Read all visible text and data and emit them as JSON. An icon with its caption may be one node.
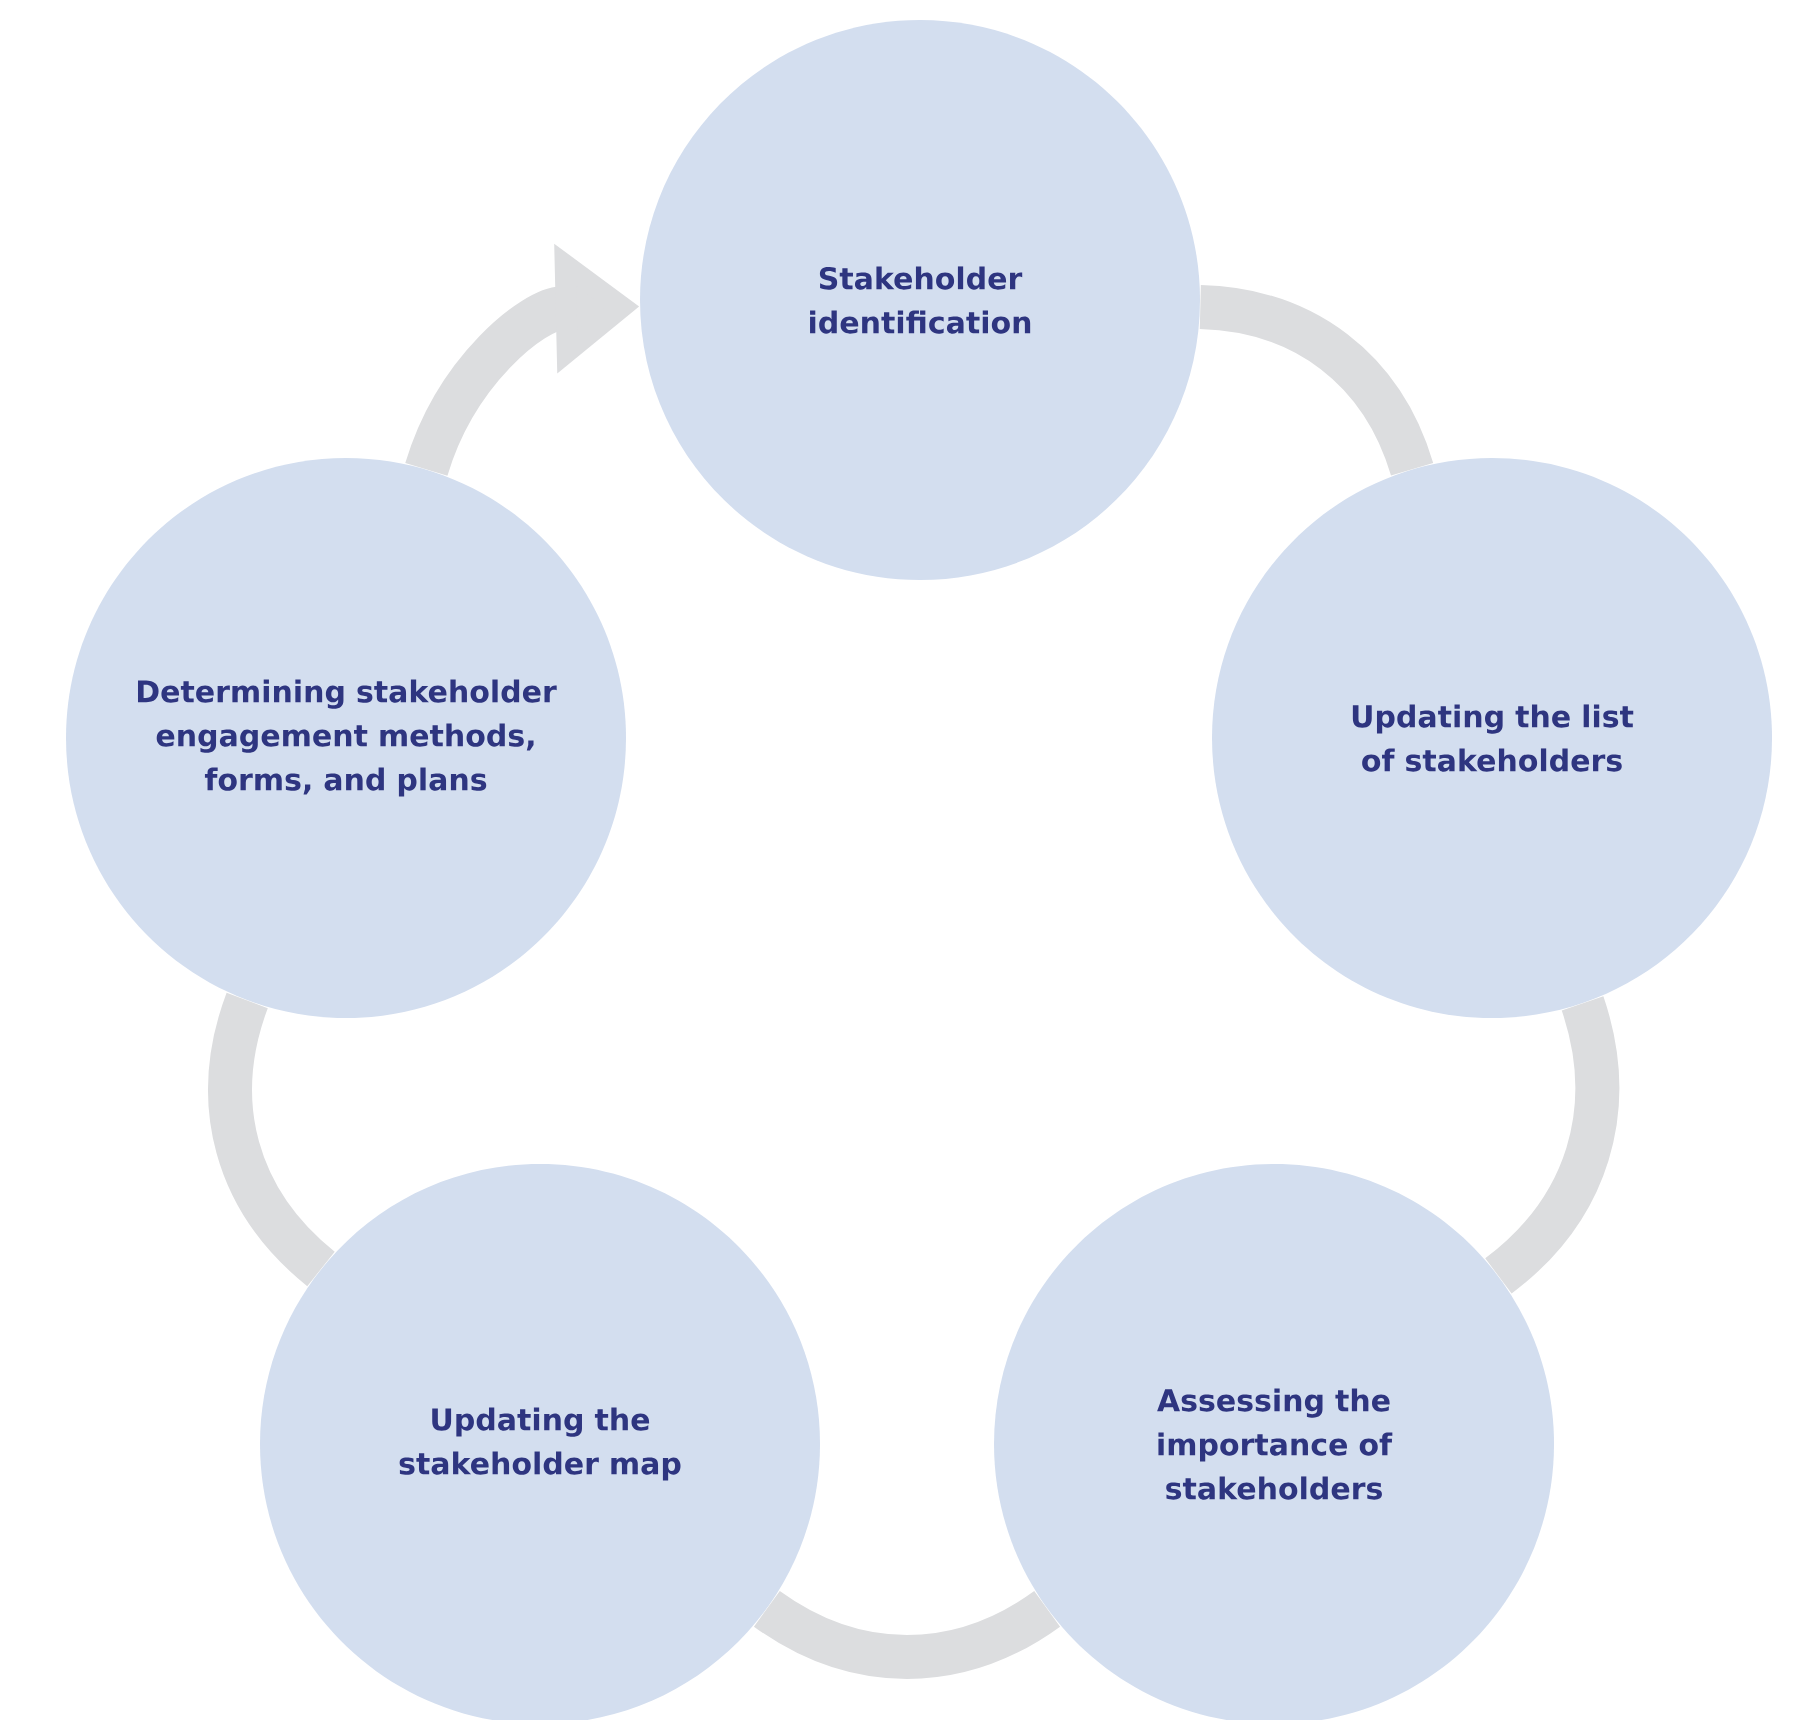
{
  "diagram": {
    "nodes": [
      {
        "text": [
          "Stakeholder identification"
        ]
      },
      {
        "text": [
          "Updating the list of stakeholders"
        ]
      },
      {
        "text": [
          "Assessing the importance of stakeholders"
        ]
      },
      {
        "text": [
          "Updating the stakeholder map"
        ]
      },
      {
        "text": [
          "Determining stakeholder engagement methods, forms, and plans"
        ]
      }
    ],
    "edges": [
      {
        "from": 0,
        "to": 1,
        "arrow": "none"
      },
      {
        "from": 1,
        "to": 2,
        "arrow": "none"
      },
      {
        "from": 2,
        "to": 3,
        "arrow": "none"
      },
      {
        "from": 3,
        "to": 4,
        "arrow": "none"
      },
      {
        "from": 4,
        "to": 0,
        "arrow": "to"
      }
    ]
  }
}
